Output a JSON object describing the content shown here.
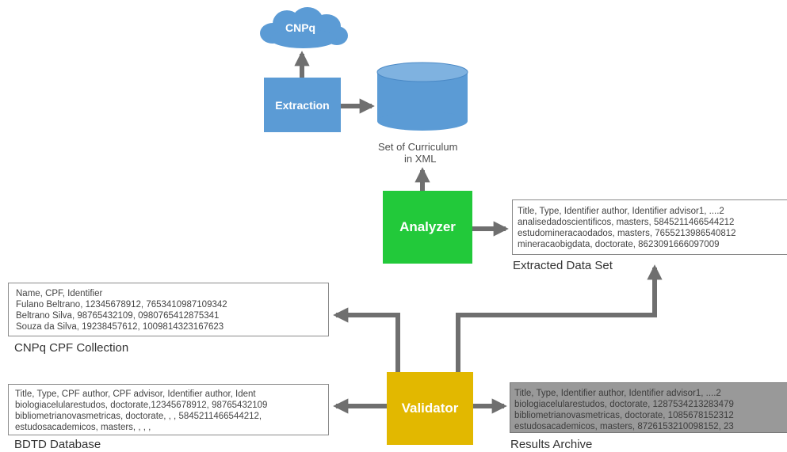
{
  "colors": {
    "blue": "#5b9bd5",
    "green": "#22c93a",
    "yellow": "#e2b800",
    "arrow": "#6f6f6f",
    "box_border": "#8a8a8a",
    "results_fill": "#999999"
  },
  "nodes": {
    "cnpq": "CNPq",
    "extraction": "Extraction",
    "analyzer": "Analyzer",
    "validator": "Validator",
    "storage_label_line1": "Set of Curriculum",
    "storage_label_line2": "in XML"
  },
  "extracted_data_set": {
    "caption": "Extracted Data Set",
    "lines": [
      "Title, Type, Identifier author, Identifier advisor1, ....2",
      "analisedadoscientificos, masters, 5845211466544212",
      "estudomineracaodados, masters, 7655213986540812",
      "mineracaobigdata, doctorate, 8623091666097009"
    ]
  },
  "cnpq_cpf_collection": {
    "caption": "CNPq CPF Collection",
    "lines": [
      "Name, CPF, Identifier",
      "Fulano Beltrano, 12345678912, 7653410987109342",
      "Beltrano Silva, 98765432109, 0980765412875341",
      "Souza da Silva, 19238457612, 1009814323167623"
    ]
  },
  "bdtd_database": {
    "caption": "BDTD Database",
    "lines": [
      "Title, Type, CPF author, CPF advisor, Identifier author, Ident",
      "biologiacelularestudos, doctorate,12345678912, 98765432109",
      "bibliometrianovasmetricas, doctorate, , , 5845211466544212,",
      "estudosacademicos, masters, , , ,"
    ]
  },
  "results_archive": {
    "caption": "Results Archive",
    "lines": [
      "Title, Type, Identifier author, Identifier advisor1, ....2",
      "biologiacelularestudos, doctorate, 1287534213283479",
      "bibliometrianovasmetricas, doctorate, 1085678152312",
      "estudosacademicos, masters, 8726153210098152, 23"
    ]
  }
}
